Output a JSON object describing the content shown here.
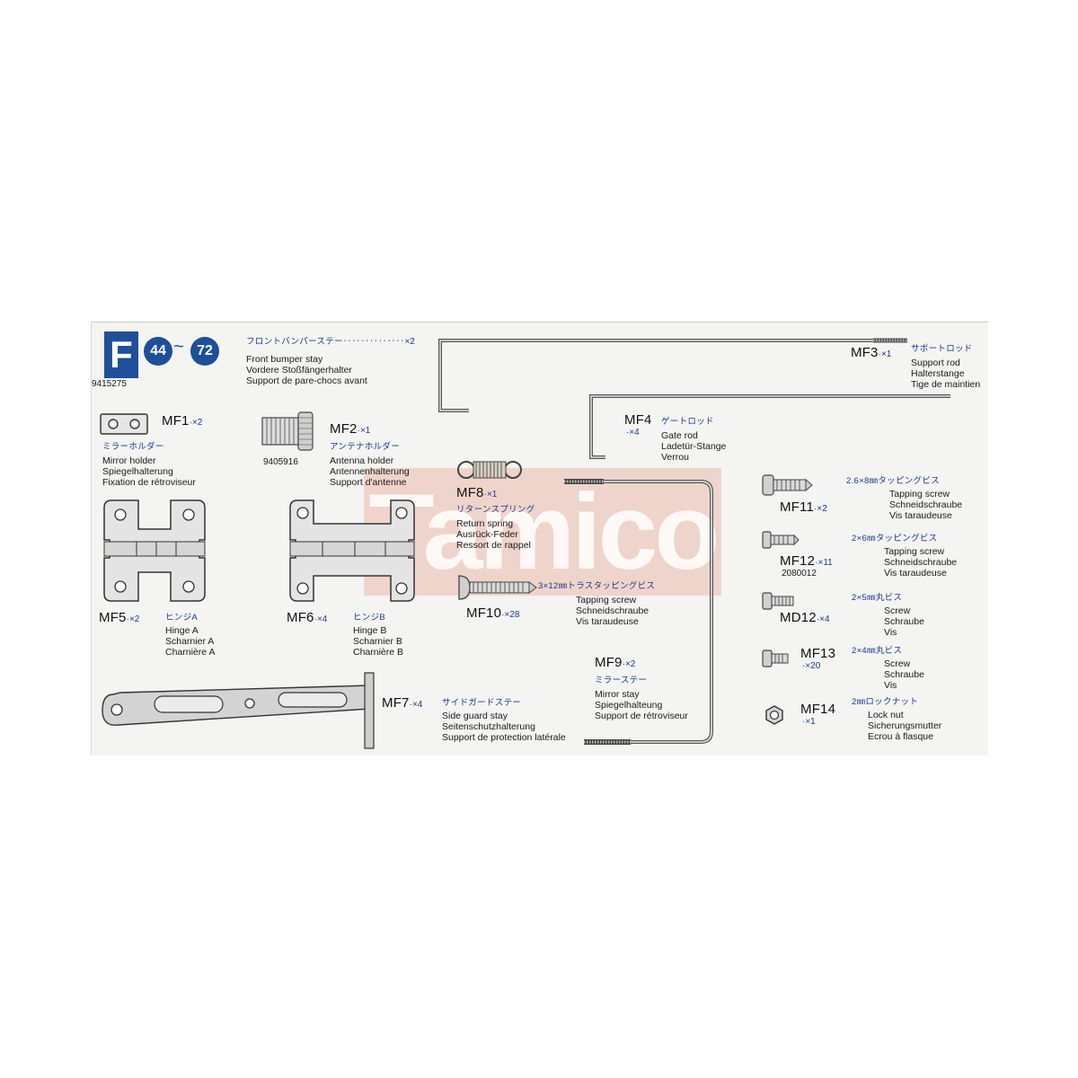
{
  "header": {
    "badge_letter": "F",
    "range_start": "44",
    "range_sep": "~",
    "range_end": "72",
    "bag_number": "9415275",
    "watermark": "Tamico"
  },
  "parts": {
    "bumper_stay": {
      "jp": "フロントバンパーステー‥‥‥‥‥‥‥",
      "qty": "×2",
      "en": "Front bumper stay",
      "de": "Vordere Stoßfängerhalter",
      "fr": "Support de pare-chocs avant"
    },
    "mf1": {
      "code": "MF1",
      "qty": "·×2",
      "jp": "ミラーホルダー",
      "en": "Mirror holder",
      "de": "Spiegelhalterung",
      "fr": "Fixation de rétroviseur"
    },
    "mf2": {
      "code": "MF2",
      "qty": "·×1",
      "jp": "アンテナホルダー",
      "en": "Antenna holder",
      "de": "Antennenhalterung",
      "fr": "Support d'antenne",
      "part_no": "9405916"
    },
    "mf3": {
      "code": "MF3",
      "qty": "·×1",
      "jp": "サポートロッド",
      "en": "Support rod",
      "de": "Halterstange",
      "fr": "Tige de maintien"
    },
    "mf4": {
      "code": "MF4",
      "qty": "·×4",
      "jp": "ゲートロッド",
      "en": "Gate rod",
      "de": "Ladetür-Stange",
      "fr": "Verrou"
    },
    "mf5": {
      "code": "MF5",
      "qty": "·×2",
      "jp": "ヒンジA",
      "en": "Hinge A",
      "de": "Scharnier A",
      "fr": "Charnière A"
    },
    "mf6": {
      "code": "MF6",
      "qty": "·×4",
      "jp": "ヒンジB",
      "en": "Hinge B",
      "de": "Scharnier B",
      "fr": "Charnière B"
    },
    "mf7": {
      "code": "MF7",
      "qty": "·×4",
      "jp": "サイドガードステー",
      "en": "Side guard stay",
      "de": "Seitenschutzhalterung",
      "fr": "Support de protection latérale"
    },
    "mf8": {
      "code": "MF8",
      "qty": "·×1",
      "jp": "リターンスプリング",
      "en": "Return spring",
      "de": "Ausrück-Feder",
      "fr": "Ressort de rappel"
    },
    "mf9": {
      "code": "MF9",
      "qty": "·×2",
      "jp": "ミラーステー",
      "en": "Mirror stay",
      "de": "Spiegelhalteung",
      "fr": "Support de rétroviseur"
    },
    "mf10": {
      "code": "MF10",
      "qty": "·×28",
      "jp": "3×12㎜トラスタッピングビス",
      "en": "Tapping screw",
      "de": "Schneidschraube",
      "fr": "Vis taraudeuse"
    },
    "mf11": {
      "code": "MF11",
      "qty": "·×2",
      "jp": "2.6×8㎜タッピングビス",
      "en": "Tapping screw",
      "de": "Schneidschraube",
      "fr": "Vis taraudeuse"
    },
    "mf12": {
      "code": "MF12",
      "qty": "·×11",
      "jp": "2×6㎜タッピングビス",
      "en": "Tapping screw",
      "de": "Schneidschraube",
      "fr": "Vis taraudeuse",
      "part_no": "2080012"
    },
    "md12": {
      "code": "MD12",
      "qty": "·×4",
      "jp": "2×5㎜丸ビス",
      "en": "Screw",
      "de": "Schraube",
      "fr": "Vis"
    },
    "mf13": {
      "code": "MF13",
      "qty": "·×20",
      "jp": "2×4㎜丸ビス",
      "en": "Screw",
      "de": "Schraube",
      "fr": "Vis"
    },
    "mf14": {
      "code": "MF14",
      "qty": "·×1",
      "jp": "2㎜ロックナット",
      "en": "Lock nut",
      "de": "Sicherungsmutter",
      "fr": "Ecrou à flasque"
    }
  }
}
